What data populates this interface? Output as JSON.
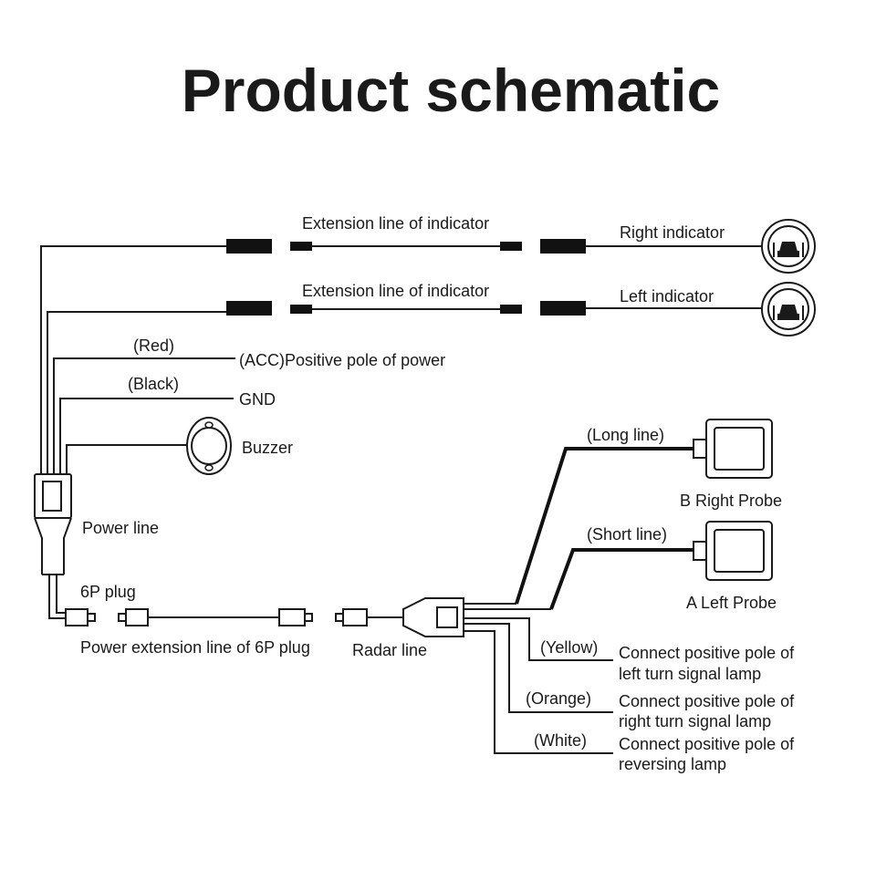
{
  "title": "Product schematic",
  "labels": {
    "ext_indicator_1": "Extension line of indicator",
    "ext_indicator_2": "Extension line of indicator",
    "right_indicator": "Right indicator",
    "left_indicator": "Left indicator",
    "red": "(Red)",
    "acc": "(ACC)Positive pole of power",
    "black": "(Black)",
    "gnd": "GND",
    "buzzer": "Buzzer",
    "power_line": "Power line",
    "six_p_plug": "6P plug",
    "power_extension": "Power extension line of 6P plug",
    "radar_line": "Radar line",
    "long_line": "(Long line)",
    "b_right_probe": "B Right Probe",
    "short_line": "(Short line)",
    "a_left_probe": "A Left Probe",
    "yellow": "(Yellow)",
    "yellow_desc_1": "Connect positive pole of",
    "yellow_desc_2": "left turn signal lamp",
    "orange": "(Orange)",
    "orange_desc_1": "Connect positive pole of",
    "orange_desc_2": "right turn signal lamp",
    "white": "(White)",
    "white_desc_1": "Connect positive pole of",
    "white_desc_2": "reversing lamp"
  },
  "icons": {
    "indicator": "car-indicator-icon",
    "buzzer": "buzzer-icon",
    "probe": "parking-probe-icon"
  }
}
